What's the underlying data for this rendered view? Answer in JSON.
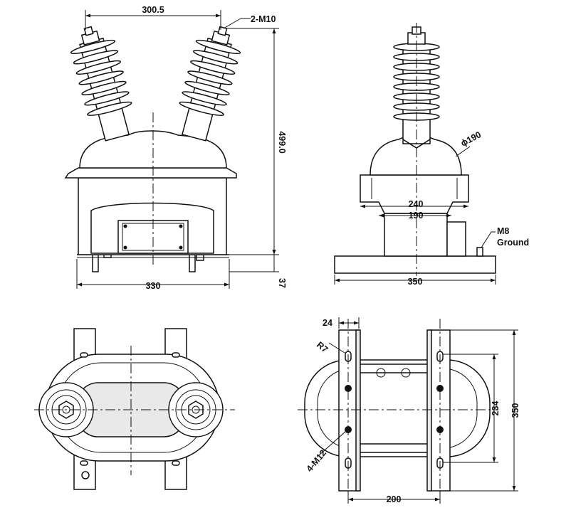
{
  "front_view": {
    "dim_pitch": "300.5",
    "dim_terminal": "2-M10",
    "dim_height": "499.0",
    "dim_width": "330",
    "dim_base": "37"
  },
  "side_view": {
    "dim_dia": "ϕ190",
    "dim_240": "240",
    "dim_190": "190",
    "dim_width": "350",
    "ground_size": "M8",
    "ground_label": "Ground"
  },
  "bottom_view": {
    "dim_24": "24",
    "dim_r7": "R7",
    "dim_holes": "4-M12",
    "dim_234": "234",
    "dim_350": "350",
    "dim_200": "200"
  }
}
